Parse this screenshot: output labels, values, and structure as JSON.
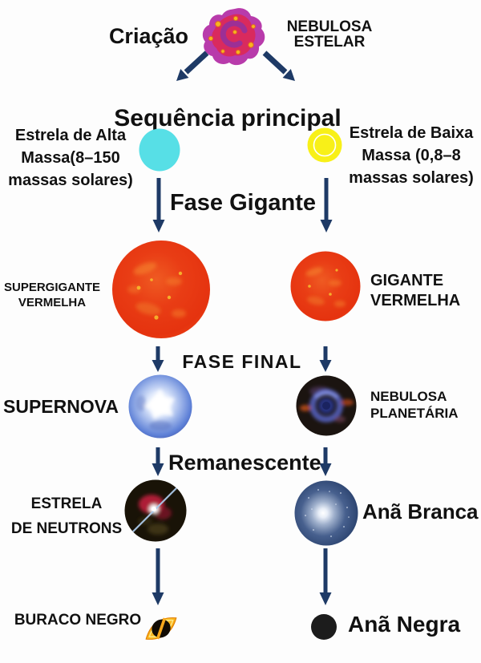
{
  "diagram_title": "Stellar evolution flow diagram (Portuguese)",
  "stages": {
    "criacao": {
      "label": "Criação"
    },
    "nebulosa_estelar": {
      "line1": "NEBULOSA",
      "line2": "ESTELAR"
    },
    "sequencia_principal": {
      "label": "Sequência principal"
    },
    "alta_massa": {
      "line1": "Estrela de Alta",
      "line2": "Massa(8–150",
      "line3": "massas solares)"
    },
    "baixa_massa": {
      "line1": "Estrela de Baixa",
      "line2": "Massa (0,8–8",
      "line3": "massas solares)"
    },
    "fase_gigante": {
      "label": "Fase Gigante"
    },
    "supergigante": {
      "line1": "SUPERGIGANTE",
      "line2": "VERMELHA"
    },
    "gigante": {
      "line1": "GIGANTE",
      "line2": "VERMELHA"
    },
    "fase_final": {
      "label": "FASE FINAL"
    },
    "supernova": {
      "label": "SUPERNOVA"
    },
    "nebulosa_planetaria": {
      "line1": "NEBULOSA",
      "line2": "PLANETÁRIA"
    },
    "remanescente": {
      "label": "Remanescente"
    },
    "estrela_neutrons": {
      "line1": "ESTRELA",
      "line2": "DE NEUTRONS"
    },
    "ana_branca": {
      "label": "Anã Branca"
    },
    "buraco_negro": {
      "label": "BURACO NEGRO"
    },
    "ana_negra": {
      "label": "Anã Negra"
    }
  },
  "colors": {
    "background": "#fdfdfd",
    "text": "#111111",
    "arrow_navy": "#1e3a66",
    "nebula_purple": "#b83bab",
    "nebula_red": "#d92a5e",
    "high_mass_star_cyan": "#57dfe6",
    "low_mass_star_yellow": "#f8f018",
    "red_giant": "#e63913",
    "supernova_blue": "#5c7fd6",
    "white_dwarf_navy": "#2c4470",
    "black_hole_flame": "#f8a81c",
    "black_dwarf": "#1c1c1c"
  }
}
